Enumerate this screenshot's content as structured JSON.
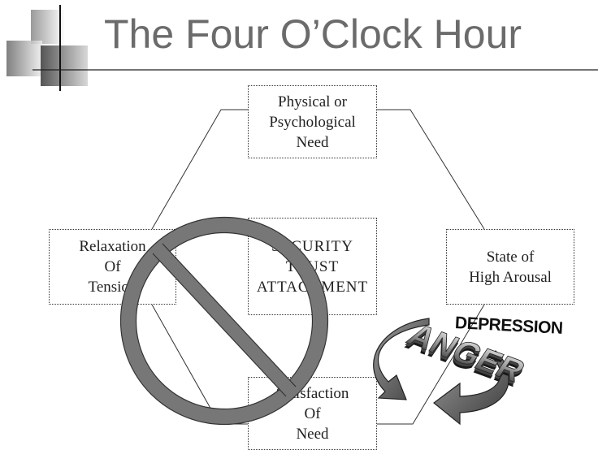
{
  "slide": {
    "title": "The Four O’Clock Hour"
  },
  "diagram": {
    "top_node": {
      "lines": [
        "Physical or",
        "Psychological",
        "Need"
      ]
    },
    "right_node": {
      "lines": [
        "State of",
        "High Arousal"
      ]
    },
    "left_node": {
      "lines": [
        "Relaxation",
        "Of",
        "Tension"
      ]
    },
    "center_node": {
      "lines": [
        "SECURITY",
        "TRUST",
        "ATTACHMENT"
      ]
    },
    "bottom_node": {
      "lines": [
        "Satisfaction",
        "Of",
        "Need"
      ]
    }
  },
  "clipart": {
    "word_art_depression": "DEPRESSION",
    "word_art_anger": "ANGER",
    "no_symbol_icon": "prohibition-sign",
    "cycle_arrows_icon": "circular-arrows"
  }
}
